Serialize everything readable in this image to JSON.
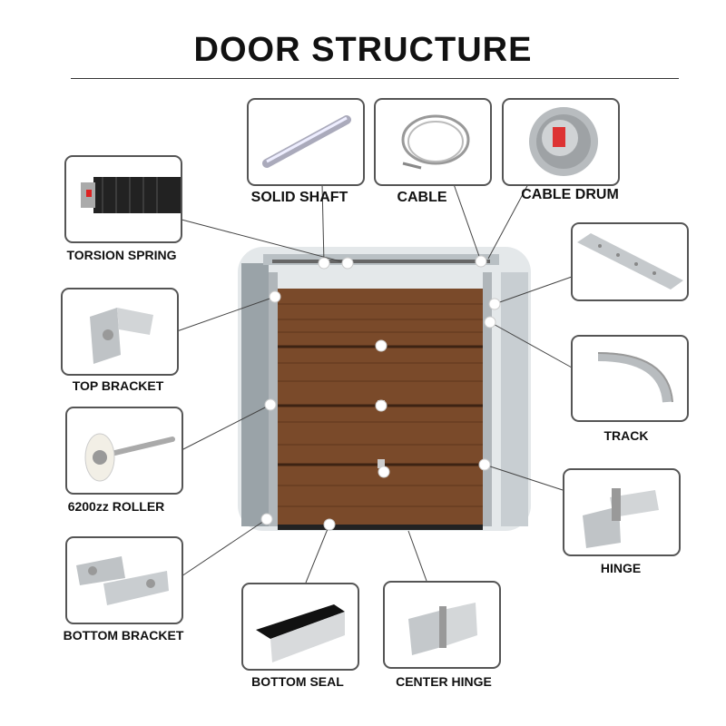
{
  "title": "DOOR STRUCTURE",
  "parts": {
    "solid_shaft": "SOLID SHAFT",
    "cable": "CABLE",
    "cable_drum": "CABLE DRUM",
    "torsion_spring": "TORSION SPRING",
    "top_bracket": "TOP BRACKET",
    "roller": "6200zz ROLLER",
    "bottom_bracket": "BOTTOM BRACKET",
    "bottom_seal": "BOTTOM SEAL",
    "center_hinge": "CENTER HINGE",
    "hinge": "HINGE",
    "track": "TRACK"
  },
  "colors": {
    "door": "#7a4a2a",
    "frame": "#d8dde0",
    "border": "#555555"
  }
}
